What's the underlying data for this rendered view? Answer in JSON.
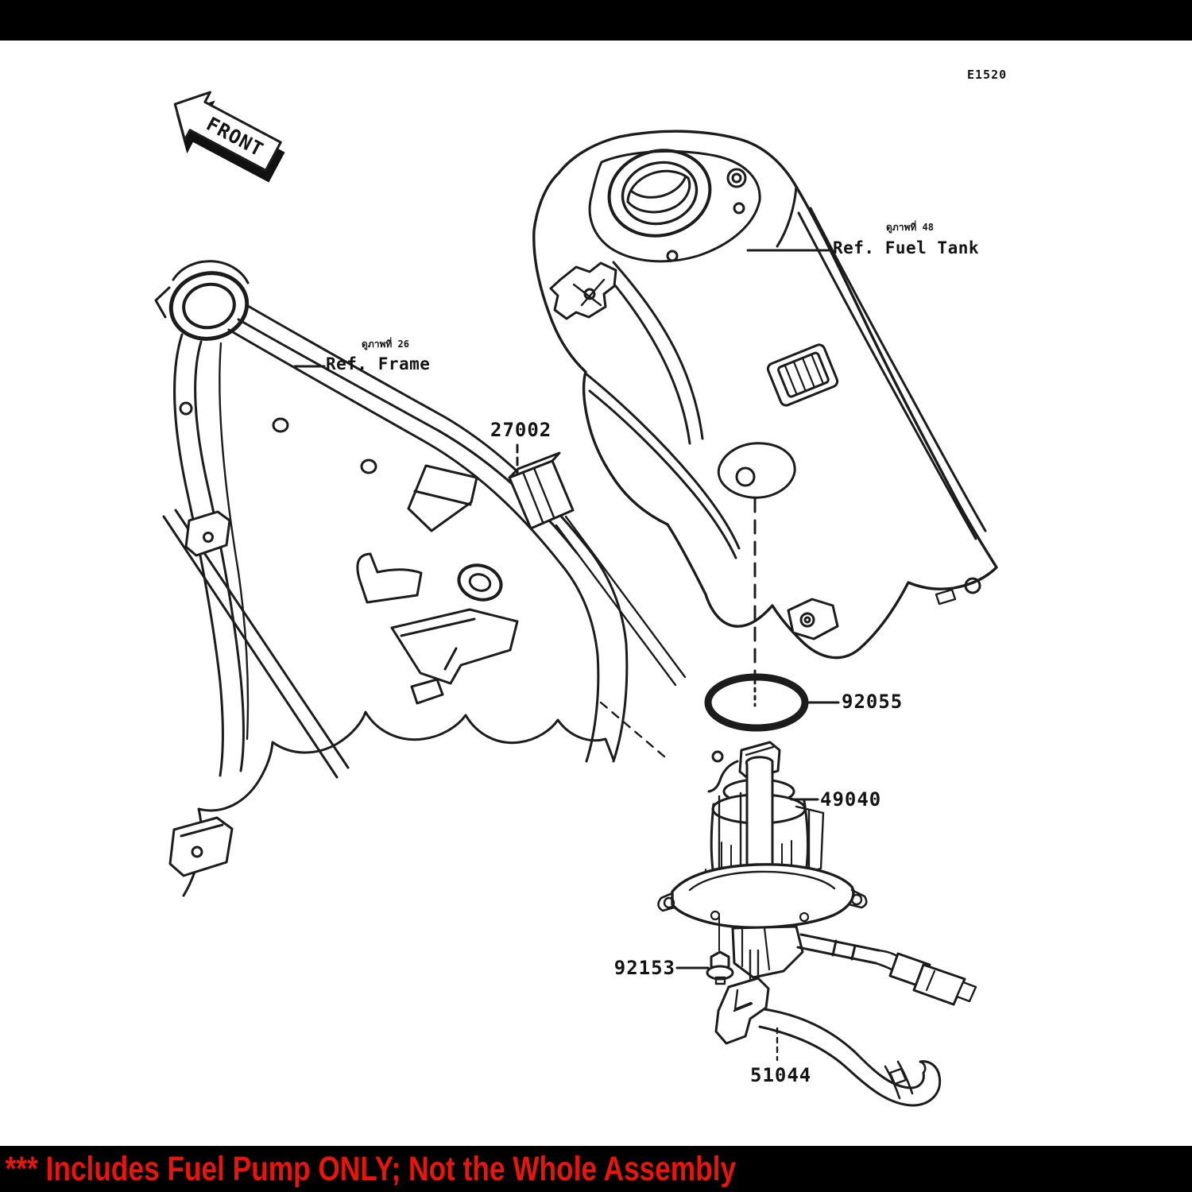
{
  "page": {
    "diagram_code": "E1520",
    "front_label": "FRONT",
    "note": "*** Includes Fuel Pump ONLY; Not the Whole Assembly"
  },
  "colors": {
    "note_red": "#e8150f",
    "bar_black": "#000000",
    "line_ink": "#1c1c1c"
  },
  "references": {
    "frame": {
      "thai_note": "ดูภาพที่ 26",
      "label": "Ref. Frame"
    },
    "fuel_tank": {
      "thai_note": "ดูภาพที่ 48",
      "label": "Ref. Fuel Tank"
    }
  },
  "parts": {
    "relay": {
      "number": "27002"
    },
    "o_ring": {
      "number": "92055"
    },
    "fuel_pump": {
      "number": "49040"
    },
    "bolt": {
      "number": "92153"
    },
    "hose": {
      "number": "51044"
    }
  }
}
